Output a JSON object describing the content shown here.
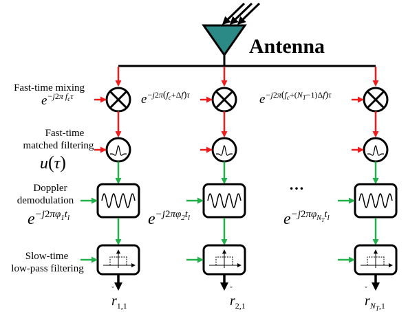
{
  "antenna_label": "Antenna",
  "rows": {
    "mixing_label": "Fast-time mixing",
    "matched_label_1": "Fast-time",
    "matched_label_2": "matched filtering",
    "doppler_label_1": "Doppler",
    "doppler_label_2": "demodulation",
    "slow_label_1": "Slow-time",
    "slow_label_2": "low-pass filtering"
  },
  "formulas": {
    "mix_1": "e^{-j2πf_cτ}",
    "mix_2": "e^{-j2π(f_c+Δf)τ}",
    "mix_3": "e^{-j2π(f_c+(N_T-1)Δf)τ}",
    "matched_filter": "u(τ)",
    "doppler_1": "e^{-j2πφ_1t_l}",
    "doppler_2": "e^{-j2πφ_2t_l}",
    "doppler_3": "e^{-j2πφ_{N_T}t_l}",
    "out_1": "r̆_{1,1}",
    "out_2": "r̆_{2,1}",
    "out_3": "r̆_{N_T,1}"
  },
  "ellipsis": "…",
  "colors": {
    "red_arrow": "#ee1c1c",
    "green_arrow": "#22b04a",
    "antenna_fill": "#2b8a86",
    "line": "#000000"
  }
}
